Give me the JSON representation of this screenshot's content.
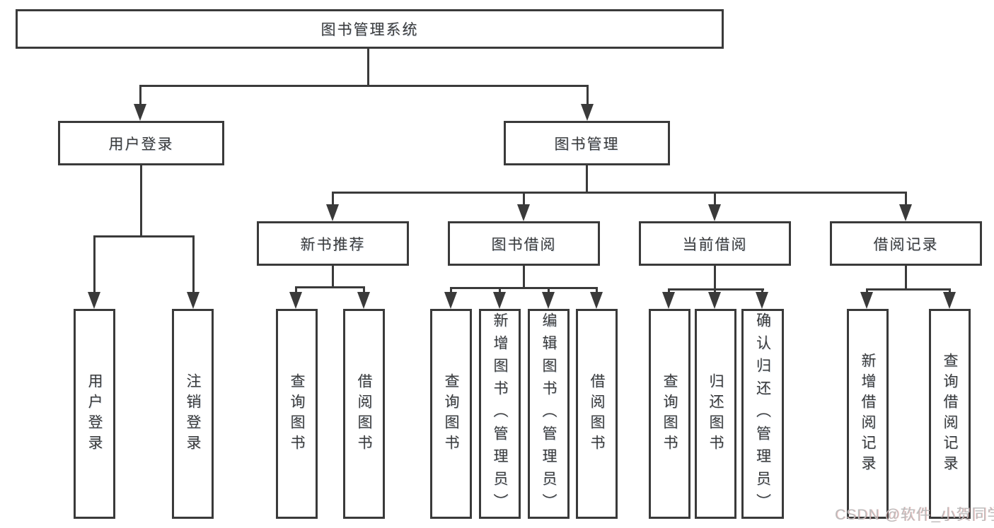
{
  "diagram": {
    "nodes": {
      "root": "图书管理系统",
      "level2": [
        "用户登录",
        "图书管理"
      ],
      "level3": [
        "新书推荐",
        "图书借阅",
        "当前借阅",
        "借阅记录"
      ],
      "leaves_user_login": [
        "用户登录",
        "注销登录"
      ],
      "leaves_new_books": [
        "查询图书",
        "借阅图书"
      ],
      "leaves_book_borrow": [
        "查询图书",
        "新增图书（管理员）",
        "编辑图书（管理员）",
        "借阅图书"
      ],
      "leaves_current_borrow": [
        "查询图书",
        "归还图书",
        "确认归还（管理员）"
      ],
      "leaves_borrow_records": [
        "新增借阅记录",
        "查询借阅记录"
      ]
    },
    "icons": {
      "arrow_down": "solid triangle arrowhead pointing down"
    },
    "colors": {
      "line": "#3a3a3a",
      "text": "#3a3a3a",
      "background": "#ffffff",
      "watermark": "#bcbcbc"
    },
    "watermark": "CSDN @软件_小贺同学"
  }
}
